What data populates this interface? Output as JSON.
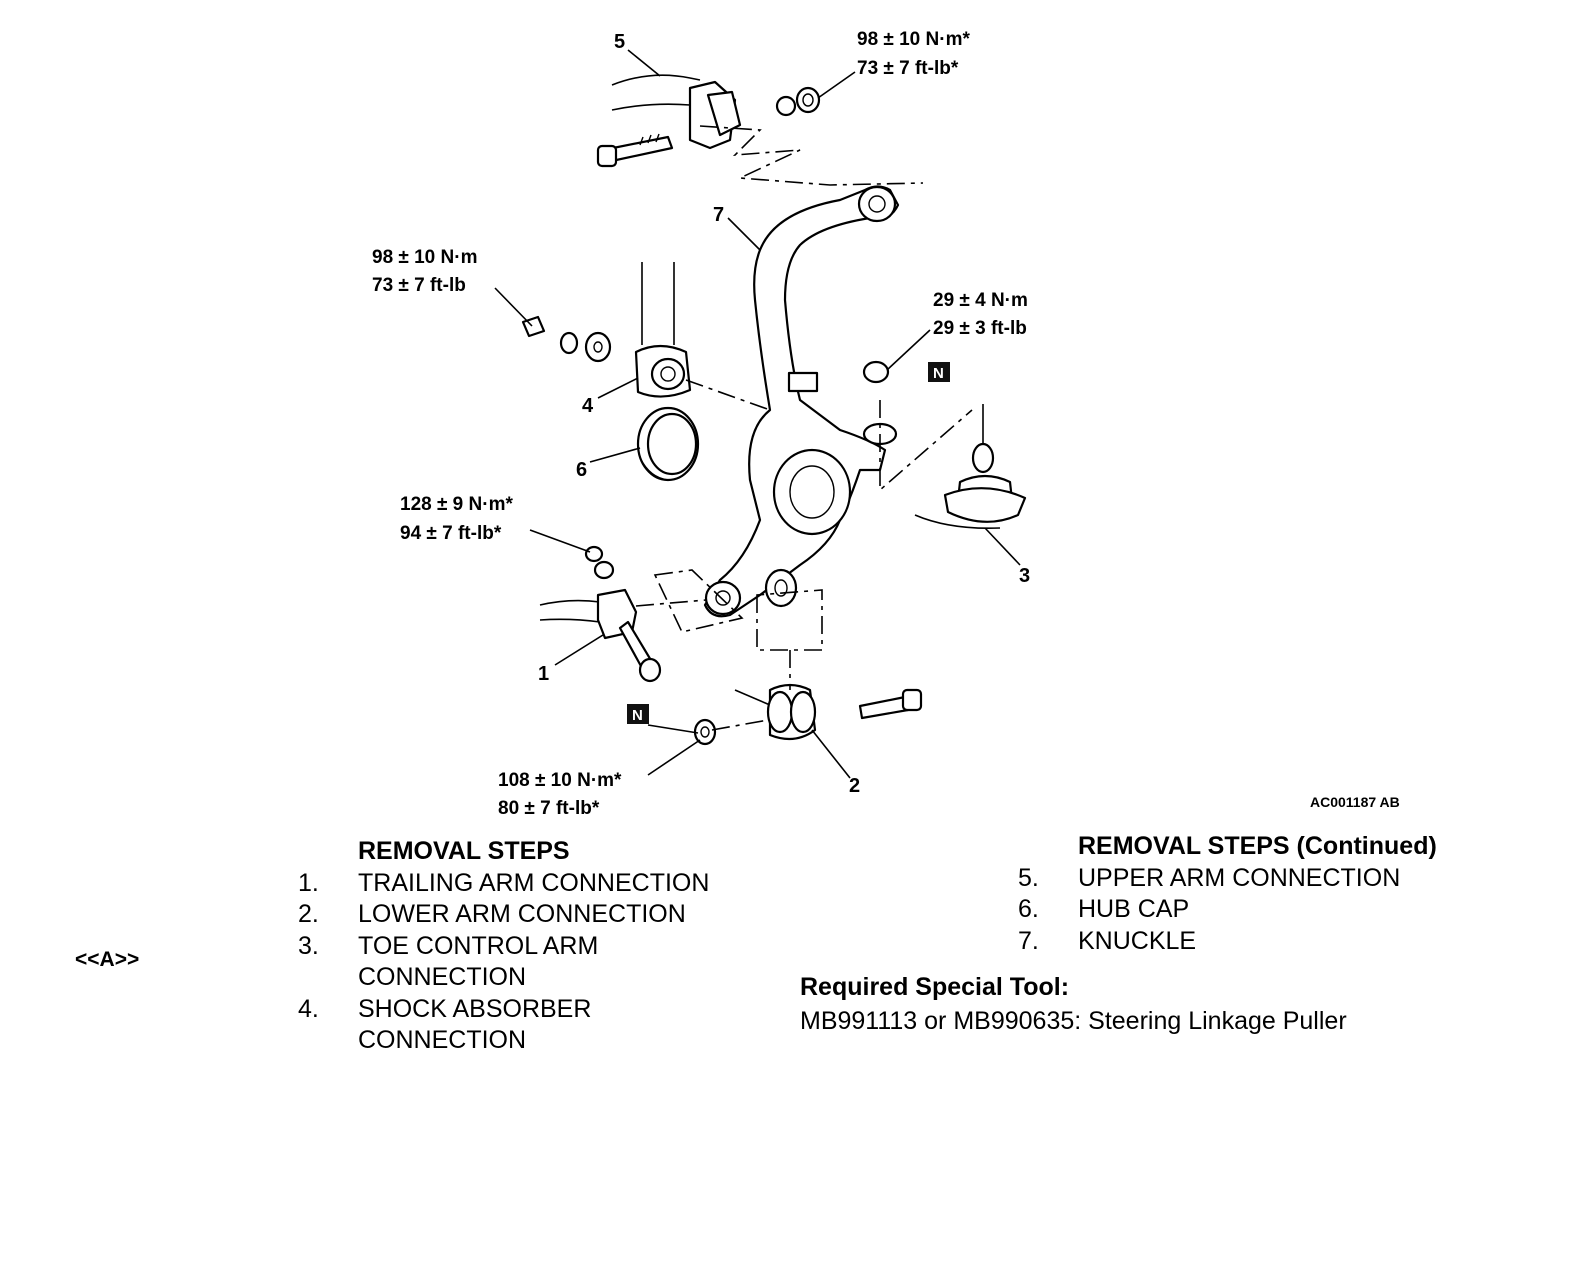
{
  "diagram": {
    "torque_labels": {
      "t5_nm": "98 ± 10 N·m*",
      "t5_ft": "73 ± 7 ft-lb*",
      "t4_nm": "98 ± 10 N·m",
      "t4_ft": "73 ± 7 ft-lb",
      "t3_nm": "29 ± 4 N·m",
      "t3_ft": "29 ± 3 ft-lb",
      "t1_nm": "128 ± 9 N·m*",
      "t1_ft": "94 ± 7 ft-lb*",
      "t2_nm": "108 ± 10 N·m*",
      "t2_ft": "80 ± 7 ft-lb*"
    },
    "callouts": [
      "1",
      "2",
      "3",
      "4",
      "5",
      "6",
      "7"
    ],
    "nut_marker": "N",
    "figure_code": "AC001187 AB"
  },
  "marker": "<<A>>",
  "removal_steps": {
    "heading": "REMOVAL STEPS",
    "items": [
      {
        "num": "1.",
        "text": "TRAILING ARM CONNECTION"
      },
      {
        "num": "2.",
        "text": "LOWER ARM CONNECTION"
      },
      {
        "num": "3.",
        "text": "TOE CONTROL ARM\nCONNECTION"
      },
      {
        "num": "4.",
        "text": "SHOCK ABSORBER\nCONNECTION"
      }
    ]
  },
  "removal_steps_continued": {
    "heading": "REMOVAL STEPS (Continued)",
    "items": [
      {
        "num": "5.",
        "text": "UPPER ARM CONNECTION"
      },
      {
        "num": "6.",
        "text": "HUB CAP"
      },
      {
        "num": "7.",
        "text": "KNUCKLE"
      }
    ]
  },
  "special_tool": {
    "heading": "Required Special Tool:",
    "text": "MB991113 or MB990635: Steering Linkage Puller"
  }
}
